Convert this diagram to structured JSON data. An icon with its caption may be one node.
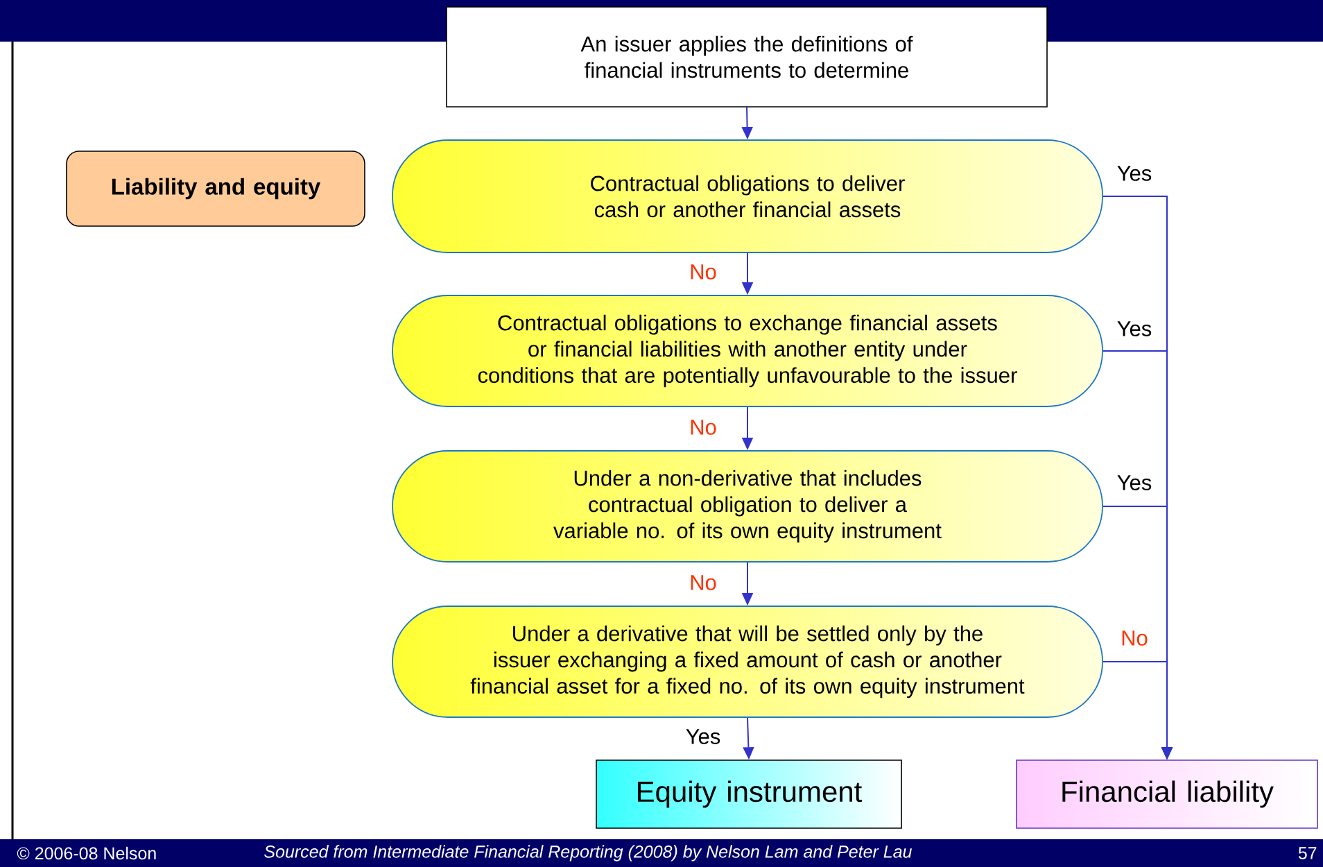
{
  "diagram": {
    "nodes": [
      {
        "text": [
          "An issuer applies the definitions of financial instruments to determine"
        ]
      },
      {
        "text": [
          "Liability and equity"
        ]
      },
      {
        "text": [
          "Contractual obligations to deliver cash or another financial assets"
        ]
      },
      {
        "text": [
          "Contractual obligations to exchange financial assets or financial liabilities with another entity under conditions that are potentially unfavourable to the issuer"
        ]
      },
      {
        "text": [
          "Under a non-derivative that includes contractual obligation to deliver a variable no. of its own equity instrument"
        ]
      },
      {
        "text": [
          "Under a derivative that will be settled only by the issuer exchanging a fixed amount of cash or another financial asset for a fixed no. of its own equity instrument"
        ]
      },
      {
        "text": [
          "Equity instrument"
        ]
      },
      {
        "text": [
          "Financial liability"
        ]
      }
    ],
    "edges": [
      {
        "from": 0,
        "to": 2,
        "arrow": "to"
      },
      {
        "from": 2,
        "to": 3,
        "arrow": "to",
        "label": "No"
      },
      {
        "from": 3,
        "to": 4,
        "arrow": "to",
        "label": "No"
      },
      {
        "from": 4,
        "to": 5,
        "arrow": "to",
        "label": "No"
      },
      {
        "from": 5,
        "to": 6,
        "arrow": "to",
        "label": "Yes"
      },
      {
        "from": 2,
        "to": 7,
        "arrow": "to",
        "label": "Yes"
      },
      {
        "from": 3,
        "to": 7,
        "arrow": "to",
        "label": "Yes"
      },
      {
        "from": 4,
        "to": 7,
        "arrow": "to",
        "label": "Yes"
      },
      {
        "from": 5,
        "to": 7,
        "arrow": "to",
        "label": "No"
      }
    ],
    "labels": [
      "© 2006-08 Nelson",
      "Sourced from Intermediate Financial Reporting (2008) by Nelson Lam and Peter Lau",
      "57"
    ]
  }
}
